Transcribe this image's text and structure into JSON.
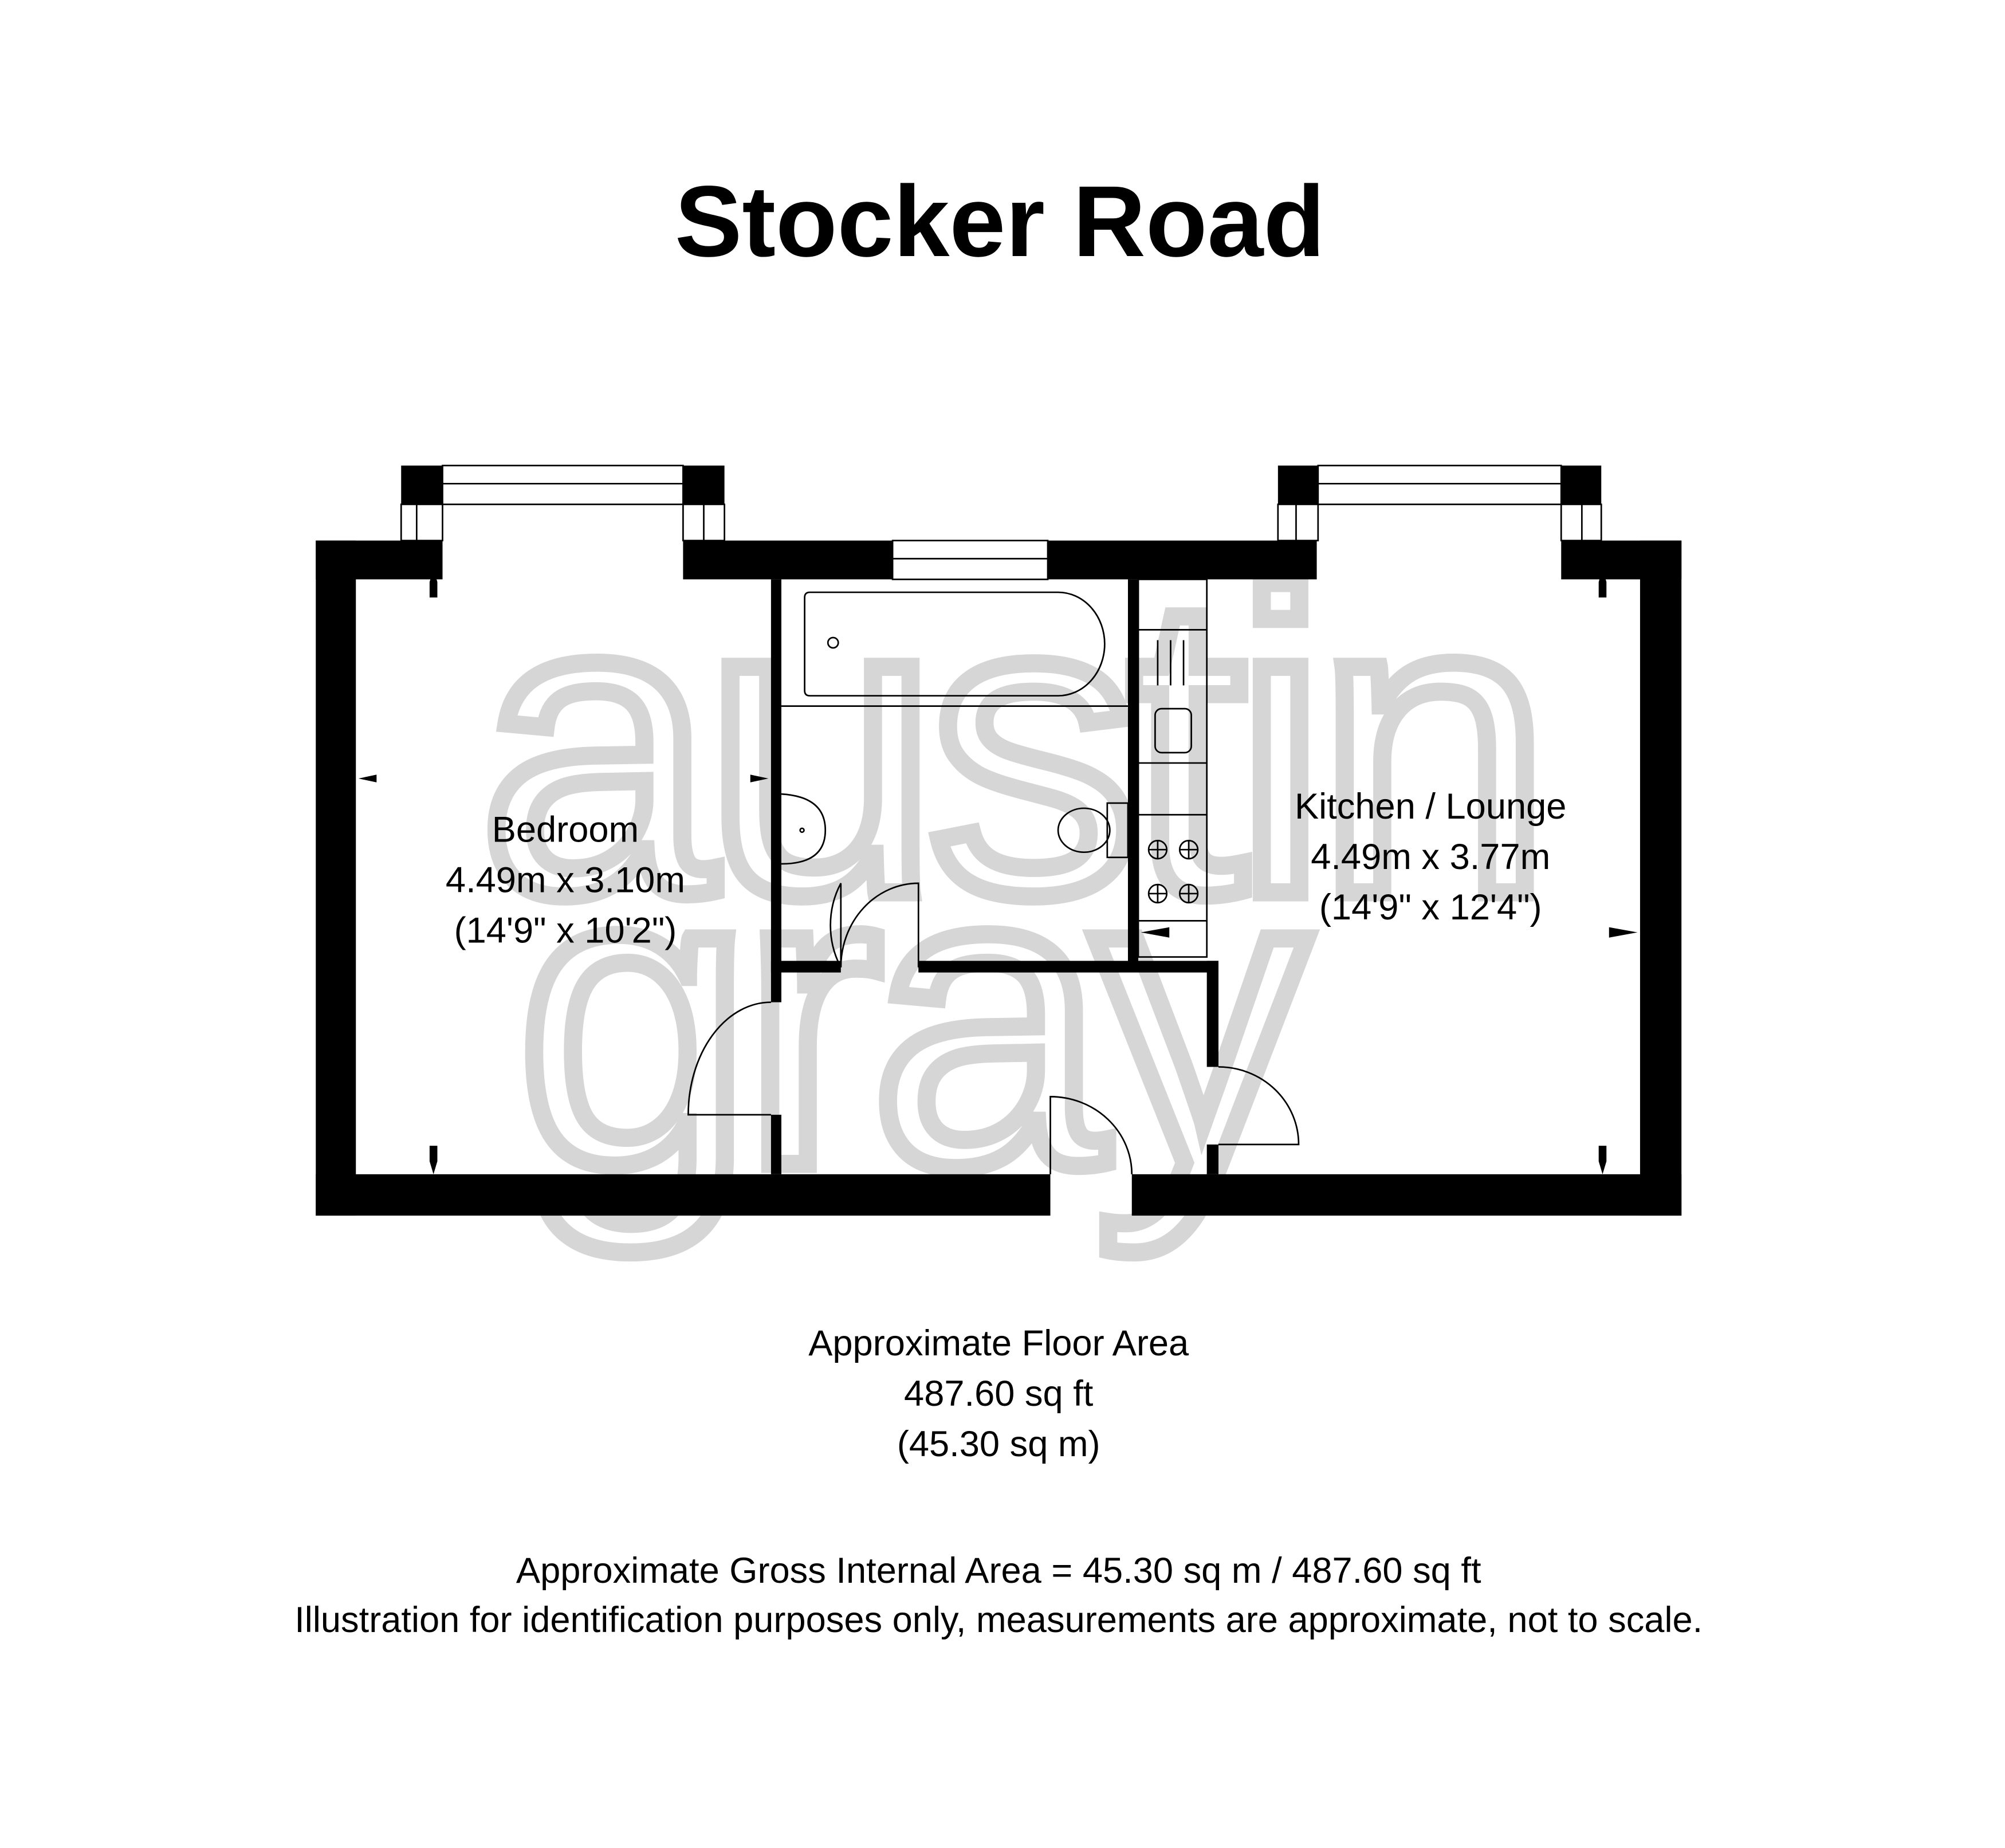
{
  "title": "Stocker Road",
  "watermark": {
    "line1": "austin",
    "line2": "gray"
  },
  "rooms": [
    {
      "name": "Bedroom",
      "metric": "4.49m x 3.10m",
      "imperial": "(14'9\" x 10'2\")"
    },
    {
      "name": "Kitchen / Lounge",
      "metric": "4.49m x 3.77m",
      "imperial": "(14'9\" x 12'4\")"
    }
  ],
  "floor_area": {
    "label": "Approximate Floor Area",
    "sqft": "487.60 sq ft",
    "sqm": "(45.30 sq m)"
  },
  "footer": {
    "gross": "Approximate Gross Internal Area = 45.30 sq m / 487.60 sq ft",
    "disclaimer": "Illustration for identification purposes only, measurements are approximate, not to scale."
  }
}
